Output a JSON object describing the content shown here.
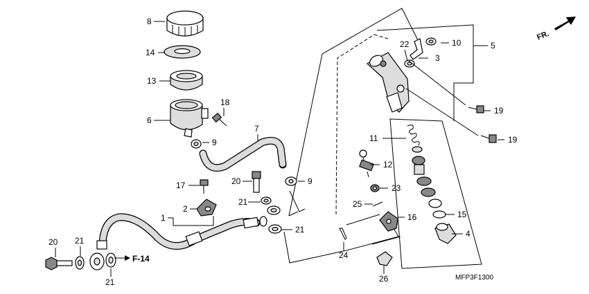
{
  "diagram": {
    "code": "MFP3F1300",
    "ref": "F-14",
    "fr": "FR.",
    "labels": {
      "l1": "1",
      "l2": "2",
      "l3": "3",
      "l4": "4",
      "l5": "5",
      "l6": "6",
      "l7": "7",
      "l8": "8",
      "l9a": "9",
      "l9b": "9",
      "l10": "10",
      "l11": "11",
      "l12": "12",
      "l13": "13",
      "l14": "14",
      "l15": "15",
      "l16": "16",
      "l17": "17",
      "l18": "18",
      "l19a": "19",
      "l19b": "19",
      "l20a": "20",
      "l20b": "20",
      "l21a": "21",
      "l21b": "21",
      "l21c": "21",
      "l21d": "21",
      "l22": "22",
      "l23": "23",
      "l24": "24",
      "l25": "25",
      "l26": "26"
    }
  }
}
